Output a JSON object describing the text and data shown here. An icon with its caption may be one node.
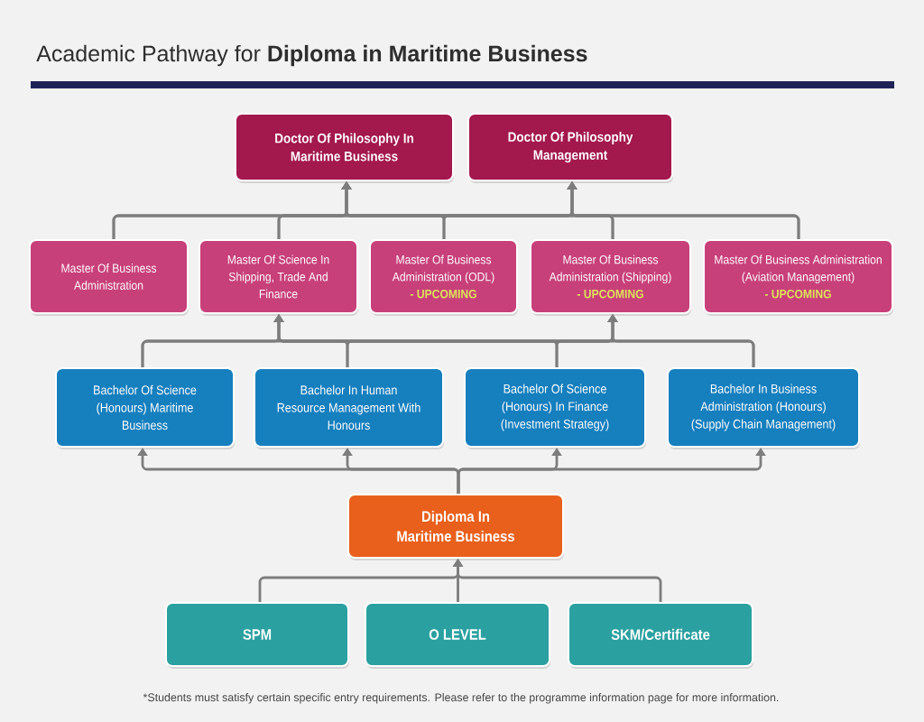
{
  "diagram": {
    "title": "Academic Pathway for **Diploma in Maritime Business**",
    "caption": "*Students must satisfy certain specific entry requirements. Please refer to the programme information page for more information.",
    "nodes": [
      {
        "text": [
          "Doctor Of Philosophy In Maritime Business"
        ]
      },
      {
        "text": [
          "Doctor Of Philosophy Management"
        ]
      },
      {
        "text": [
          "Master Of Business Administration"
        ]
      },
      {
        "text": [
          "Master Of Science In Shipping, Trade And Finance"
        ]
      },
      {
        "text": [
          "Master Of Business Administration (ODL)",
          "- UPCOMING"
        ]
      },
      {
        "text": [
          "Master Of Business Administration (Shipping)",
          "- UPCOMING"
        ]
      },
      {
        "text": [
          "Master Of Business Administration (Aviation Management)",
          "- UPCOMING"
        ]
      },
      {
        "text": [
          "Bachelor Of Science (Honours) Maritime Business"
        ]
      },
      {
        "text": [
          "Bachelor In Human Resource Management With Honours"
        ]
      },
      {
        "text": [
          "Bachelor Of Science (Honours) In Finance (Investment Strategy)"
        ]
      },
      {
        "text": [
          "Bachelor In Business Administration (Honours) (Supply Chain Management)"
        ]
      },
      {
        "text": [
          "Diploma In Maritime Business"
        ]
      },
      {
        "text": [
          "SPM"
        ]
      },
      {
        "text": [
          "O LEVEL"
        ]
      },
      {
        "text": [
          "SKM/Certificate"
        ]
      }
    ],
    "edges": [
      {
        "from": 2,
        "to": 0,
        "arrow": "to"
      },
      {
        "from": 2,
        "to": 1,
        "arrow": "to"
      },
      {
        "from": 3,
        "to": 0,
        "arrow": "to"
      },
      {
        "from": 3,
        "to": 1,
        "arrow": "to"
      },
      {
        "from": 4,
        "to": 0,
        "arrow": "to"
      },
      {
        "from": 4,
        "to": 1,
        "arrow": "to"
      },
      {
        "from": 5,
        "to": 0,
        "arrow": "to"
      },
      {
        "from": 5,
        "to": 1,
        "arrow": "to"
      },
      {
        "from": 6,
        "to": 0,
        "arrow": "to"
      },
      {
        "from": 6,
        "to": 1,
        "arrow": "to"
      },
      {
        "from": 7,
        "to": 3,
        "arrow": "to"
      },
      {
        "from": 7,
        "to": 5,
        "arrow": "to"
      },
      {
        "from": 8,
        "to": 3,
        "arrow": "to"
      },
      {
        "from": 8,
        "to": 5,
        "arrow": "to"
      },
      {
        "from": 9,
        "to": 3,
        "arrow": "to"
      },
      {
        "from": 9,
        "to": 5,
        "arrow": "to"
      },
      {
        "from": 10,
        "to": 3,
        "arrow": "to"
      },
      {
        "from": 10,
        "to": 5,
        "arrow": "to"
      },
      {
        "from": 11,
        "to": 7,
        "arrow": "to"
      },
      {
        "from": 11,
        "to": 8,
        "arrow": "to"
      },
      {
        "from": 11,
        "to": 9,
        "arrow": "to"
      },
      {
        "from": 11,
        "to": 10,
        "arrow": "to"
      },
      {
        "from": 12,
        "to": 11,
        "arrow": "to"
      },
      {
        "from": 13,
        "to": 11,
        "arrow": "to"
      },
      {
        "from": 14,
        "to": 11,
        "arrow": "to"
      }
    ]
  }
}
